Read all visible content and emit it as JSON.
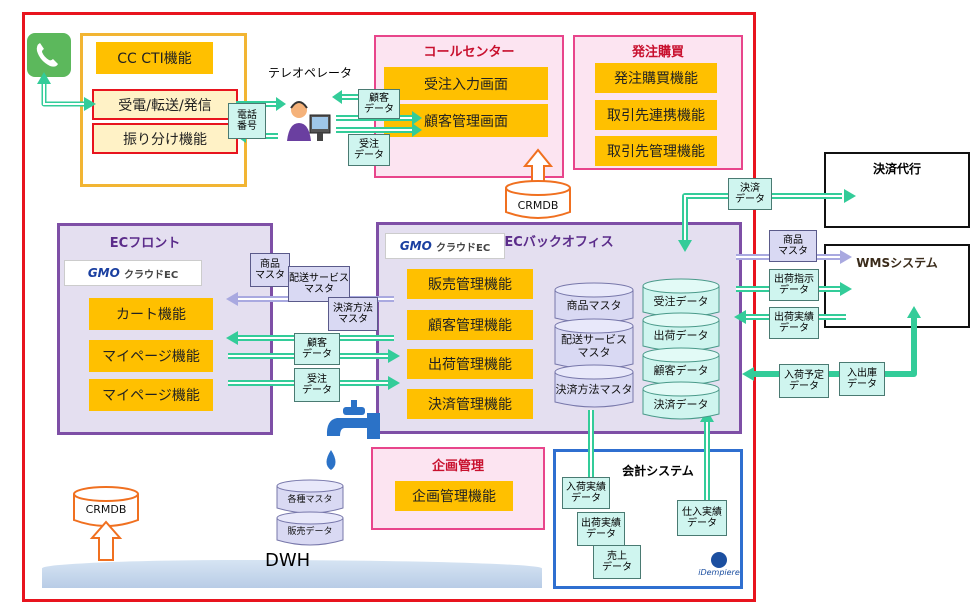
{
  "labels": {
    "teleoperator": "テレオペレータ",
    "cti_title": "CC CTI機能",
    "cti_call": "受電/転送/発信",
    "cti_route": "振り分け機能",
    "phone_number": "電話\n番号",
    "callcenter_title": "コールセンター",
    "callcenter_order_screen": "受注入力画面",
    "callcenter_customer_screen": "顧客管理画面",
    "crmdb_top": "CRMDB",
    "purchasing_title": "発注購買",
    "purchasing_func": "発注購買機能",
    "supplier_link": "取引先連携機能",
    "supplier_mgmt": "取引先管理機能",
    "payment_title": "決済代行",
    "wms_title": "WMSシステム",
    "ecfront_title": "ECフロント",
    "gmo_logo": "GMO",
    "gmo_logo_sub": "クラウドEC",
    "cart": "カート機能",
    "mypage1": "マイページ機能",
    "mypage2": "マイページ機能",
    "backoffice_title": "ECバックオフィス",
    "sales_mgmt": "販売管理機能",
    "customer_mgmt": "顧客管理機能",
    "shipping_mgmt": "出荷管理機能",
    "payment_mgmt": "決済管理機能",
    "db_product_master": "商品マスタ",
    "db_delivery_master": "配送サービス\nマスタ",
    "db_payment_master": "決済方法マスタ",
    "db_order_data": "受注データ",
    "db_shipping_data": "出荷データ",
    "db_customer_data": "顧客データ",
    "db_payment_data": "決済データ",
    "planning_title": "企画管理",
    "planning_func": "企画管理機能",
    "accounting_title": "会計システム",
    "idempiere": "iDempiere",
    "dwh_master": "各種マスタ",
    "dwh_sales": "販売データ",
    "dwh": "DWH",
    "crmdb_bottom": "CRMDB"
  },
  "documents": {
    "customer_data_cc": "顧客\nデータ",
    "order_data_cc": "受注\nデータ",
    "payment_data": "決済\nデータ",
    "product_master_wms": "商品\nマスタ",
    "ship_instruction": "出荷指示\nデータ",
    "ship_result_wms": "出荷実績\nデータ",
    "inbound_plan": "入荷予定\nデータ",
    "inout_data": "入出庫\nデータ",
    "product_master_front": "商品\nマスタ",
    "delivery_master_front": "配送サービス\nマスタ",
    "payment_method_front": "決済方法\nマスタ",
    "customer_data_front": "顧客\nデータ",
    "order_data_front": "受注\nデータ",
    "inbound_result": "入荷実績\nデータ",
    "ship_result_acc": "出荷実績\nデータ",
    "sales_data_acc": "売上\nデータ",
    "purchase_result": "仕入実績\nデータ"
  },
  "colors": {
    "outer_border": "#E8141E",
    "cti_border": "#F2B533",
    "yellow_box": "#FFC000",
    "pink_panel": "#FCE4F1",
    "pink_border": "#E8458B",
    "purple_panel": "#E4DFF0",
    "purple_border": "#7E4FA6",
    "blue_border": "#2F6FD0",
    "green_arrow": "#33CC99",
    "orange": "#F07020",
    "phone_green": "#5CB85C"
  }
}
